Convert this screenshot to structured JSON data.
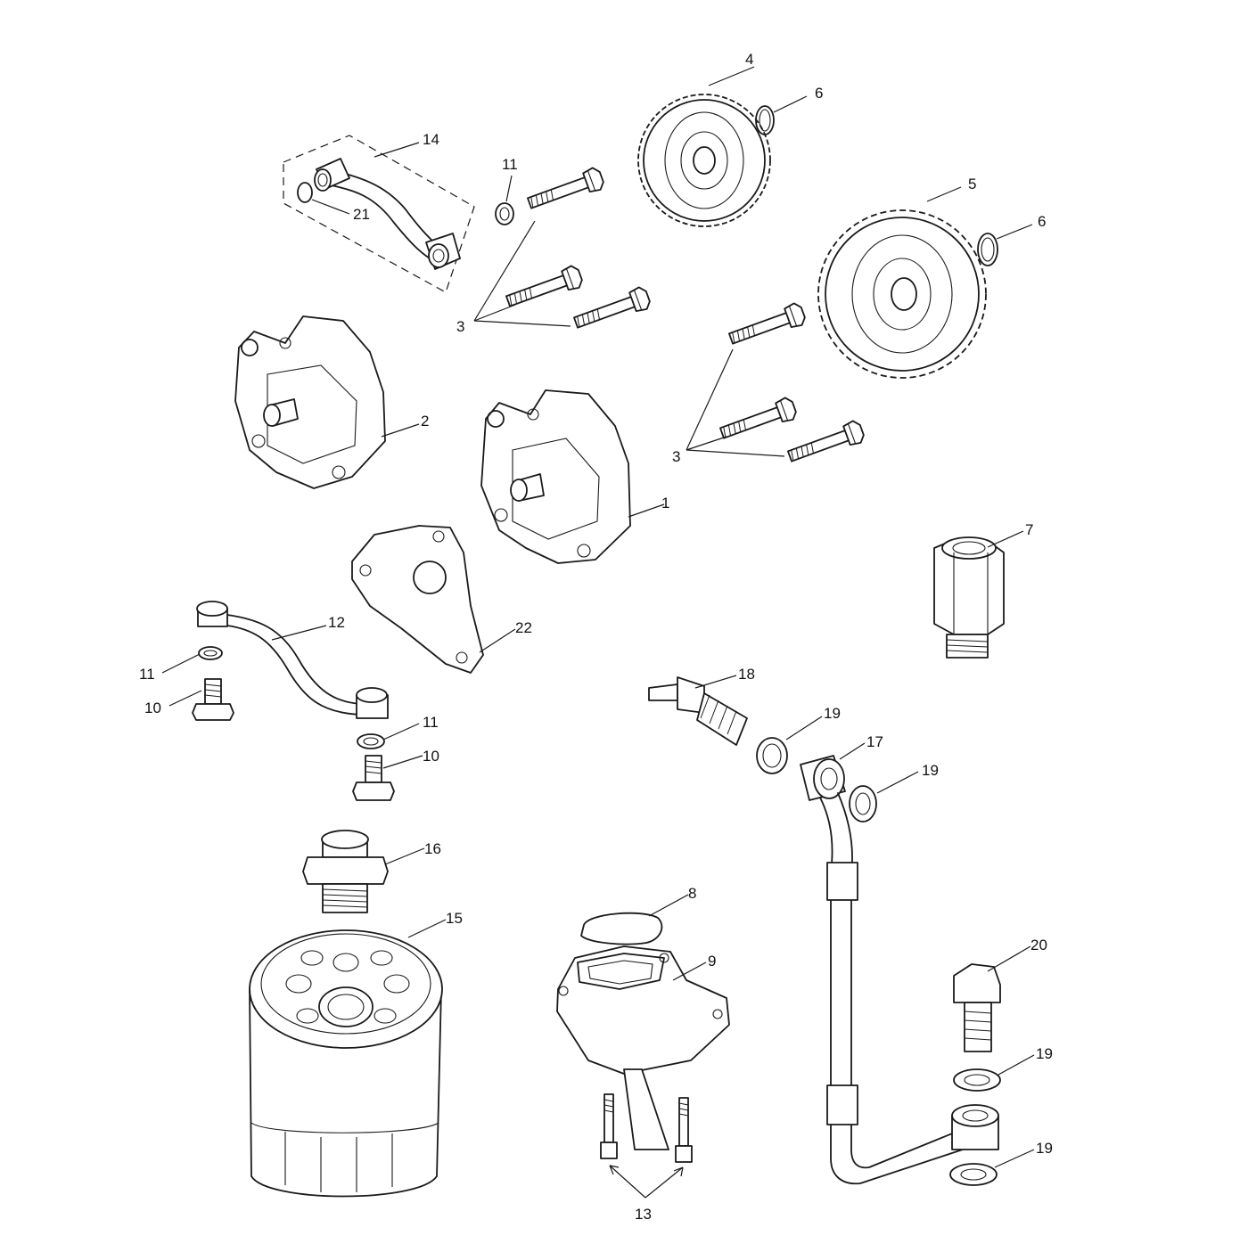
{
  "diagram": {
    "callouts": [
      "1",
      "2",
      "3",
      "3",
      "4",
      "5",
      "6",
      "6",
      "7",
      "8",
      "9",
      "10",
      "10",
      "11",
      "11",
      "11",
      "12",
      "13",
      "14",
      "15",
      "16",
      "17",
      "18",
      "19",
      "19",
      "19",
      "19",
      "20",
      "21",
      "22"
    ]
  },
  "icons": {
    "oil_pump_body": "oil-pump-icon",
    "gear": "gear-icon",
    "bolt": "bolt-icon",
    "washer": "washer-icon",
    "oil_filter": "oil-filter-icon",
    "pipe": "oil-pipe-icon"
  },
  "colors": {
    "line": "#1a1a1a",
    "background": "#ffffff"
  }
}
